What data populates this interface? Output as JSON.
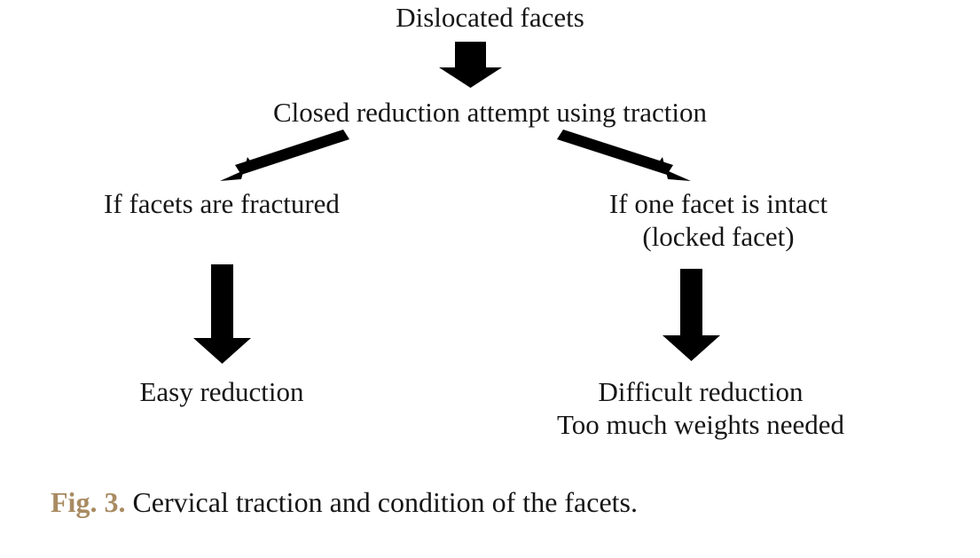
{
  "figure": {
    "background_color": "#ffffff",
    "text_color": "#161616",
    "accent_color": "#a98b62",
    "arrow_color": "#000000"
  },
  "flowchart": {
    "nodes": {
      "root": {
        "text": "Dislocated facets"
      },
      "attempt": {
        "text": "Closed reduction attempt using traction"
      },
      "fractured": {
        "text": "If facets are fractured"
      },
      "intact": {
        "line1": "If one facet is intact",
        "line2": "(locked facet)"
      },
      "easy": {
        "text": "Easy reduction"
      },
      "difficult": {
        "line1": "Difficult reduction",
        "line2": "Too much weights needed"
      }
    },
    "edges": [
      {
        "name": "root-to-attempt",
        "from": "root",
        "to": "attempt",
        "direction": "down"
      },
      {
        "name": "attempt-to-fractured",
        "from": "attempt",
        "to": "fractured",
        "direction": "down-left"
      },
      {
        "name": "attempt-to-intact",
        "from": "attempt",
        "to": "intact",
        "direction": "down-right"
      },
      {
        "name": "fractured-to-easy",
        "from": "fractured",
        "to": "easy",
        "direction": "down"
      },
      {
        "name": "intact-to-difficult",
        "from": "intact",
        "to": "difficult",
        "direction": "down"
      }
    ]
  },
  "caption": {
    "label": "Fig. 3.",
    "text": "Cervical traction and condition of the facets."
  }
}
